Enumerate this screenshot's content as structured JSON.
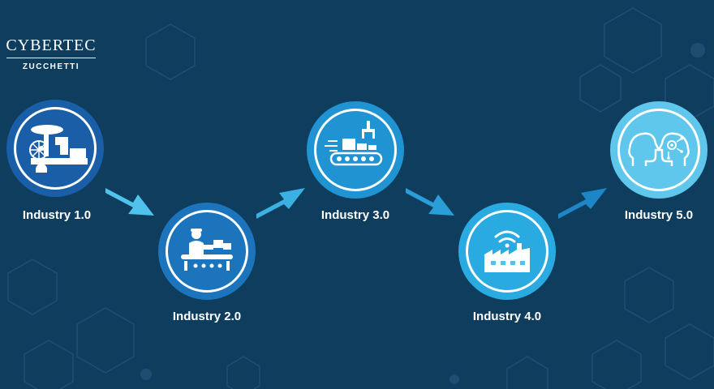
{
  "brand": {
    "name": "CYBERTEC",
    "sub": "ZUCCHETTI"
  },
  "stages": [
    {
      "label": "Industry 1.0",
      "icon": "steam-engine-worker-icon",
      "color": "#1a5ea8"
    },
    {
      "label": "Industry 2.0",
      "icon": "assembly-line-worker-icon",
      "color": "#1c74bd"
    },
    {
      "label": "Industry 3.0",
      "icon": "robotic-arm-conveyor-icon",
      "color": "#2093d2"
    },
    {
      "label": "Industry 4.0",
      "icon": "smart-factory-wifi-icon",
      "color": "#29abe2"
    },
    {
      "label": "Industry 5.0",
      "icon": "human-ai-collaboration-icon",
      "color": "#5fc6ec"
    }
  ],
  "arrow_colors": [
    "#4fc3ec",
    "#3bb0e3",
    "#2a9ed8",
    "#1c86c9"
  ]
}
